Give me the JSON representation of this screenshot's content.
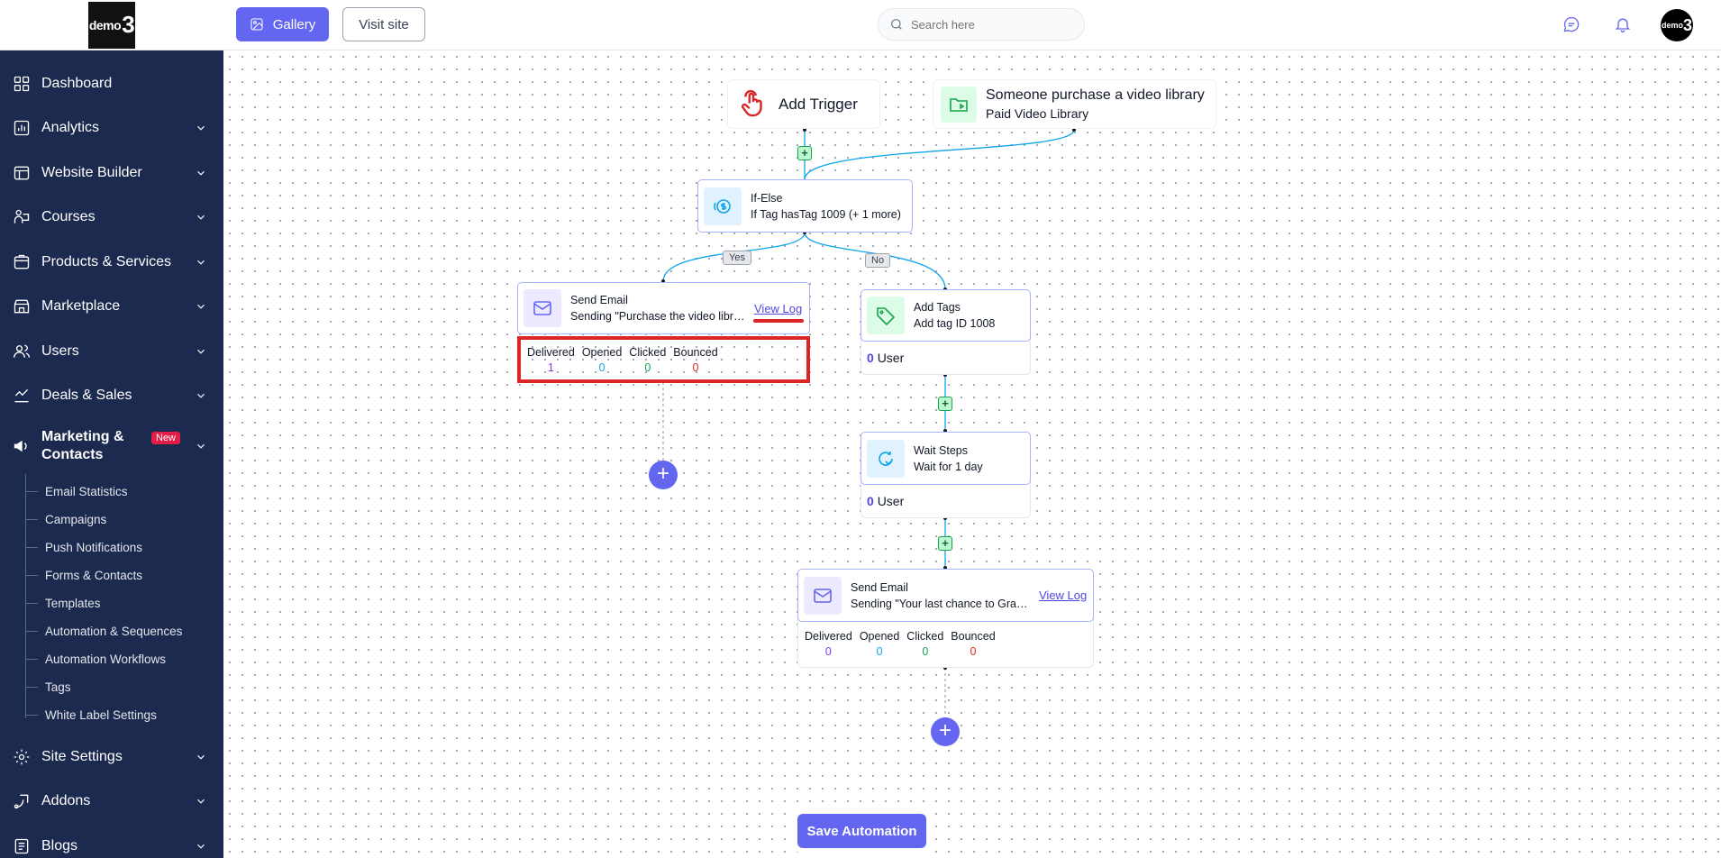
{
  "brand": {
    "logo_text": "demo",
    "logo_number": "3"
  },
  "sidebar": {
    "items": [
      {
        "label": "Dashboard",
        "icon": "dashboard-icon"
      },
      {
        "label": "Analytics",
        "icon": "analytics-icon"
      },
      {
        "label": "Website Builder",
        "icon": "website-icon"
      },
      {
        "label": "Courses",
        "icon": "courses-icon"
      },
      {
        "label": "Products & Services",
        "icon": "products-icon"
      },
      {
        "label": "Marketplace",
        "icon": "marketplace-icon"
      },
      {
        "label": "Users",
        "icon": "users-icon"
      },
      {
        "label": "Deals & Sales",
        "icon": "deals-icon"
      }
    ],
    "marketing": {
      "label_line1": "Marketing &",
      "label_line2": "Contacts",
      "badge": "New",
      "icon": "megaphone-icon"
    },
    "sub_items": [
      "Email Statistics",
      "Campaigns",
      "Push Notifications",
      "Forms & Contacts",
      "Templates",
      "Automation & Sequences",
      "Automation Workflows",
      "Tags",
      "White Label Settings"
    ],
    "bottom_items": [
      {
        "label": "Site Settings",
        "icon": "settings-icon"
      },
      {
        "label": "Addons",
        "icon": "addons-icon"
      },
      {
        "label": "Blogs",
        "icon": "blogs-icon"
      }
    ]
  },
  "topbar": {
    "gallery_label": "Gallery",
    "visit_label": "Visit site",
    "search_placeholder": "Search here",
    "avatar_text": "demo",
    "avatar_number": "3"
  },
  "workflow": {
    "add_trigger": {
      "title": "Add Trigger"
    },
    "trigger": {
      "title": "Someone purchase a video library",
      "subtitle": "Paid Video Library"
    },
    "if_else": {
      "title": "If-Else",
      "subtitle": "If Tag hasTag 1009 (+ 1 more)"
    },
    "yes_label": "Yes",
    "no_label": "No",
    "send_email_1": {
      "title": "Send Email",
      "subtitle": "Sending \"Purchase the video library\"",
      "view_log": "View Log",
      "stats": [
        {
          "label": "Delivered",
          "value": "1",
          "color": "#7c3aed"
        },
        {
          "label": "Opened",
          "value": "0",
          "color": "#0ea5e9"
        },
        {
          "label": "Clicked",
          "value": "0",
          "color": "#16a34a"
        },
        {
          "label": "Bounced",
          "value": "0",
          "color": "#dc2626"
        }
      ]
    },
    "add_tags": {
      "title": "Add Tags",
      "subtitle": "Add tag ID 1008",
      "user_count": "0",
      "user_label": "User"
    },
    "wait_steps": {
      "title": "Wait Steps",
      "subtitle": "Wait for 1 day",
      "user_count": "0",
      "user_label": "User"
    },
    "send_email_2": {
      "title": "Send Email",
      "subtitle": "Sending \"Your last chance to Grab the offer\"",
      "view_log": "View Log",
      "stats": [
        {
          "label": "Delivered",
          "value": "0",
          "color": "#7c3aed"
        },
        {
          "label": "Opened",
          "value": "0",
          "color": "#0ea5e9"
        },
        {
          "label": "Clicked",
          "value": "0",
          "color": "#16a34a"
        },
        {
          "label": "Bounced",
          "value": "0",
          "color": "#dc2626"
        }
      ]
    },
    "plus_symbol": "+",
    "save_label": "Save Automation"
  },
  "colors": {
    "accent": "#6366f1",
    "sidebar_bg": "#1b2a4e",
    "highlight": "#dc2626"
  }
}
